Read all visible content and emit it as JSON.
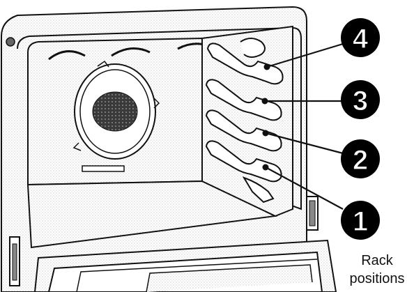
{
  "figure": {
    "caption_line1": "Rack",
    "caption_line2": "positions",
    "rack_labels": [
      "1",
      "2",
      "3",
      "4"
    ]
  },
  "colors": {
    "line": "#111111",
    "badge_fill": "#000000",
    "badge_text": "#ffffff",
    "cavity_texture": "#d0d0d0"
  }
}
